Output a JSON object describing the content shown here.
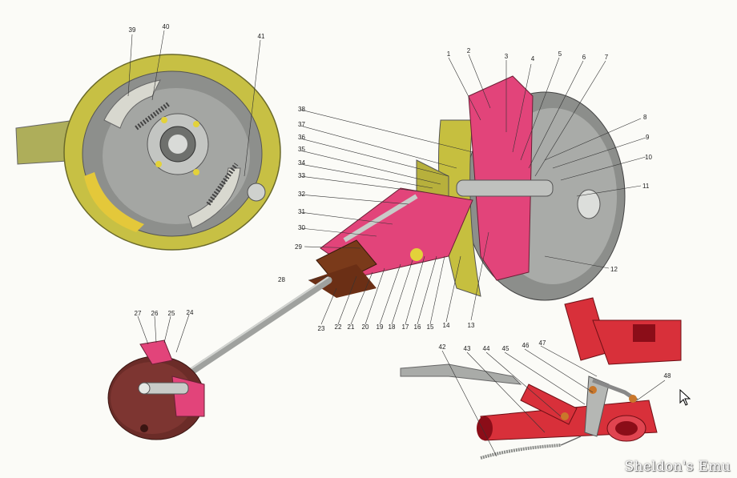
{
  "diagram": {
    "labels": [
      "1",
      "2",
      "3",
      "4",
      "5",
      "6",
      "7",
      "8",
      "9",
      "10",
      "11",
      "12",
      "13",
      "14",
      "15",
      "16",
      "17",
      "18",
      "19",
      "20",
      "21",
      "22",
      "23",
      "24",
      "25",
      "26",
      "27",
      "28",
      "29",
      "30",
      "31",
      "32",
      "33",
      "34",
      "35",
      "36",
      "37",
      "38",
      "39",
      "40",
      "41",
      "42",
      "43",
      "44",
      "45",
      "46",
      "47",
      "48"
    ]
  },
  "watermark": "Sheldon's Emu",
  "colors": {
    "olive": "#b9b23a",
    "pink": "#e2447a",
    "red": "#d8303a",
    "steel": "#9a9c9c",
    "drum": "#8e8f8c"
  }
}
